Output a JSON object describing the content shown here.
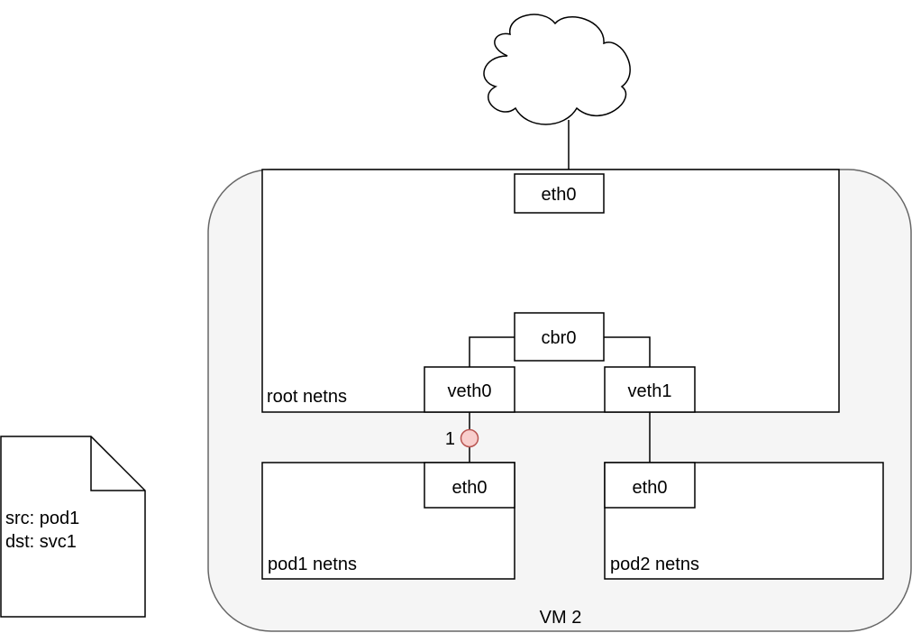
{
  "vm": {
    "label": "VM 2"
  },
  "root_netns": {
    "label": "root netns",
    "eth0_label": "eth0",
    "cbr0_label": "cbr0",
    "veth0_label": "veth0",
    "veth1_label": "veth1"
  },
  "pod1_netns": {
    "label": "pod1 netns",
    "eth0_label": "eth0"
  },
  "pod2_netns": {
    "label": "pod2 netns",
    "eth0_label": "eth0"
  },
  "packet": {
    "src_line": "src: pod1",
    "dst_line": "dst: svc1"
  },
  "step_marker": {
    "number": "1"
  },
  "colors": {
    "vm_fill": "#f5f5f5",
    "vm_stroke": "#666666",
    "marker_fill": "#f8cecc",
    "marker_stroke": "#b85450"
  }
}
